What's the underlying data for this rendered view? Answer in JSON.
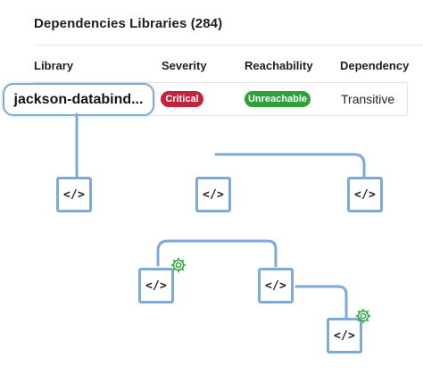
{
  "section": {
    "title": "Dependencies Libraries (284)"
  },
  "table": {
    "columns": {
      "library": "Library",
      "severity": "Severity",
      "reachability": "Reachability",
      "dependency": "Dependency"
    },
    "row": {
      "library": "jackson-databind...",
      "severity": "Critical",
      "reachability": "Unreachable",
      "dependency": "Transitive"
    }
  },
  "graph": {
    "node_label": "</>",
    "node_icon": "code-icon",
    "badge_icon": "gear-icon"
  },
  "colors": {
    "node_border": "#7fa9d6",
    "critical": "#c1243d",
    "unreachable": "#2fa13a",
    "gear": "#2fa13a"
  }
}
